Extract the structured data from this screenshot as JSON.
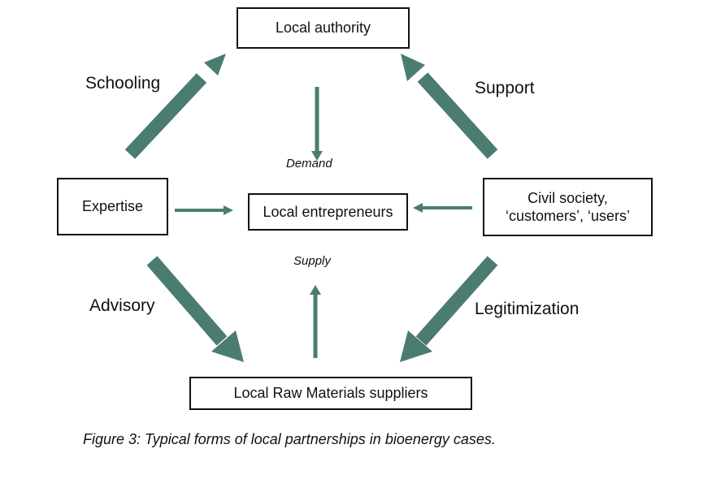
{
  "nodes": {
    "authority": "Local authority",
    "expertise": "Expertise",
    "entrepreneurs": "Local entrepreneurs",
    "civil_line1": "Civil society,",
    "civil_line2": "‘customers’, ‘users’",
    "suppliers": "Local Raw Materials suppliers"
  },
  "edges": {
    "schooling": "Schooling",
    "support": "Support",
    "advisory": "Advisory",
    "legitimization": "Legitimization",
    "demand": "Demand",
    "supply": "Supply"
  },
  "caption": "Figure 3: Typical forms of local partnerships in bioenergy cases.",
  "colors": {
    "arrow": "#4a7c72",
    "box_border": "#111111"
  }
}
